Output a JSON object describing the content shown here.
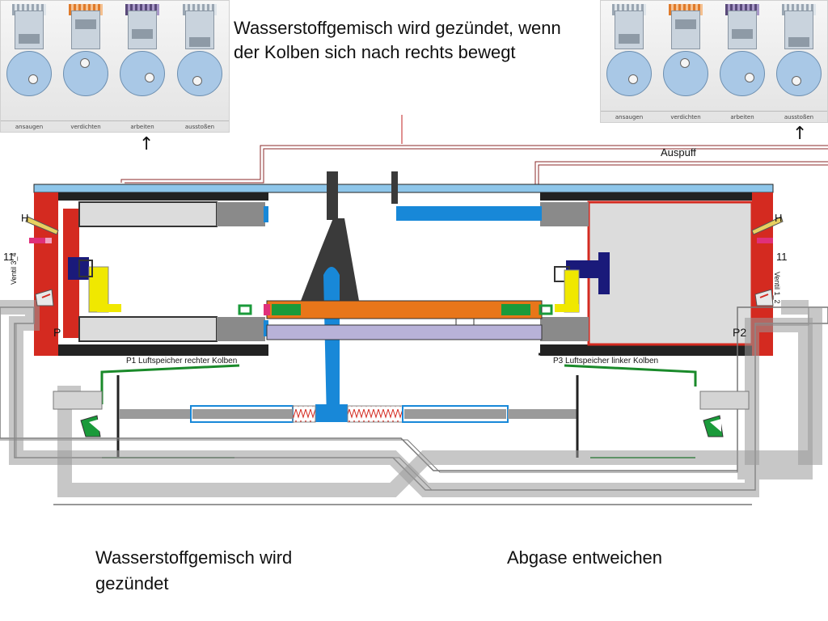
{
  "captions": {
    "top": "Wasserstoffgemisch wird gezündet, wenn der Kolben sich nach rechts bewegt",
    "bottom_left": "Wasserstoffgemisch wird gezündet",
    "bottom_right": "Abgase entweichen"
  },
  "reference_strips": {
    "left": {
      "frames": [
        "ansaugen",
        "verdichten",
        "arbeiten",
        "ausstoßen"
      ]
    },
    "right": {
      "frames": [
        "ansaugen",
        "verdichten",
        "arbeiten",
        "ausstoßen"
      ]
    }
  },
  "arrows": {
    "up": "↑"
  },
  "diagram": {
    "exhaust_label": "Auspuff",
    "h_label": "H",
    "num_label": "11",
    "valve_left": "Ventil 3_4",
    "valve_right": "Ventil 1_2",
    "p_left": "P",
    "p_right": "P2",
    "tank_left": "P1 Luftspeicher rechter Kolben",
    "tank_right": "P3 Luftspeicher linker Kolben"
  },
  "colors": {
    "cylinder_wall": "#d42a20",
    "rail": "#8ec6ea",
    "piston_rod": "#e8761a",
    "blue_part": "#1888d8",
    "seal_green": "#1a9a3a",
    "duct_grey": "#d4d4d4",
    "air_line_green": "#1a8a2a",
    "yellow_part": "#f0e800",
    "navy_part": "#1a1a7a",
    "guide_purple": "#b8b2d8"
  }
}
